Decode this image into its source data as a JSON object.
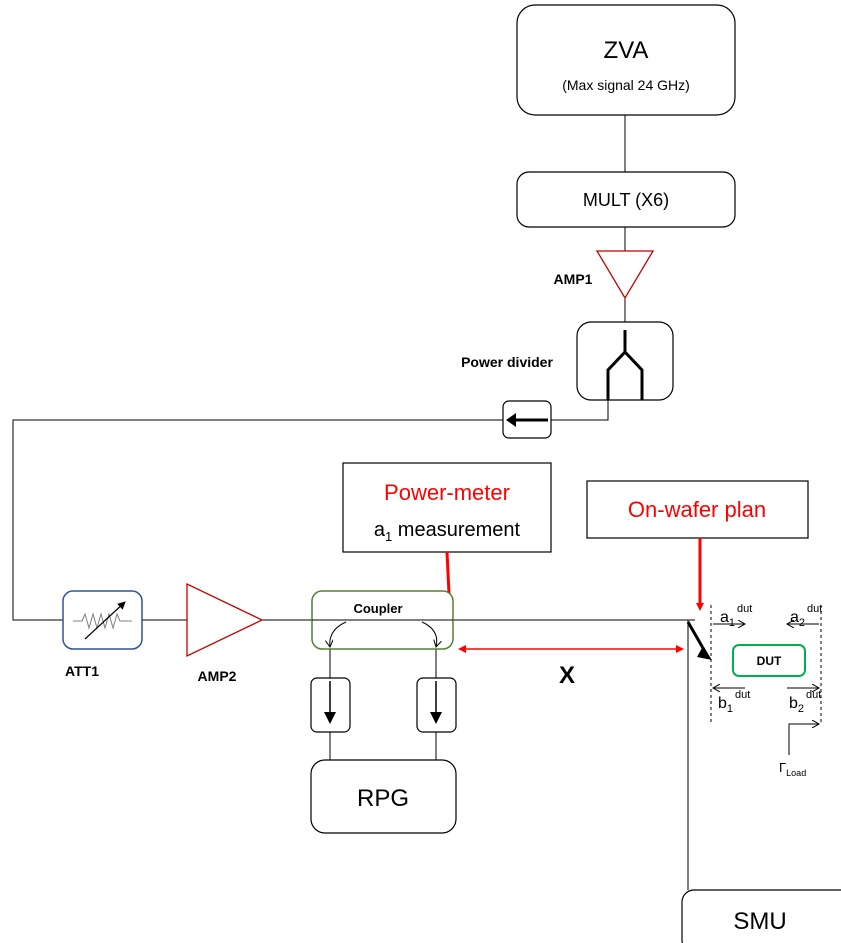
{
  "zva": {
    "title": "ZVA",
    "subtitle": "(Max signal 24 GHz)"
  },
  "mult": {
    "label": "MULT (X6)"
  },
  "amp1": {
    "label": "AMP1"
  },
  "power_divider": {
    "label": "Power divider"
  },
  "power_meter": {
    "title": "Power-meter",
    "line_prefix": "a",
    "line_sub": "1",
    "line_suffix": " measurement"
  },
  "on_wafer": {
    "label": "On-wafer plan"
  },
  "coupler": {
    "label": "Coupler"
  },
  "att1": {
    "label": "ATT1"
  },
  "amp2": {
    "label": "AMP2"
  },
  "rpg": {
    "label": "RPG"
  },
  "distance": {
    "label": "X"
  },
  "dut": {
    "label": "DUT",
    "a1": {
      "base": "a",
      "sub": "1",
      "sup": "dut"
    },
    "a2": {
      "base": "a",
      "sub": "2",
      "sup": "dut"
    },
    "b1": {
      "base": "b",
      "sub": "1",
      "sup": "dut"
    },
    "b2": {
      "base": "b",
      "sub": "2",
      "sup": "dut"
    },
    "gamma": {
      "base": "Γ",
      "sub": "Load"
    }
  },
  "smu": {
    "label": "SMU"
  },
  "colors": {
    "annotation_red": "#ff0000",
    "amp_red": "#c00000",
    "coupler_green": "#538135",
    "dut_green": "#00b050",
    "att_blue": "#2f5597"
  }
}
